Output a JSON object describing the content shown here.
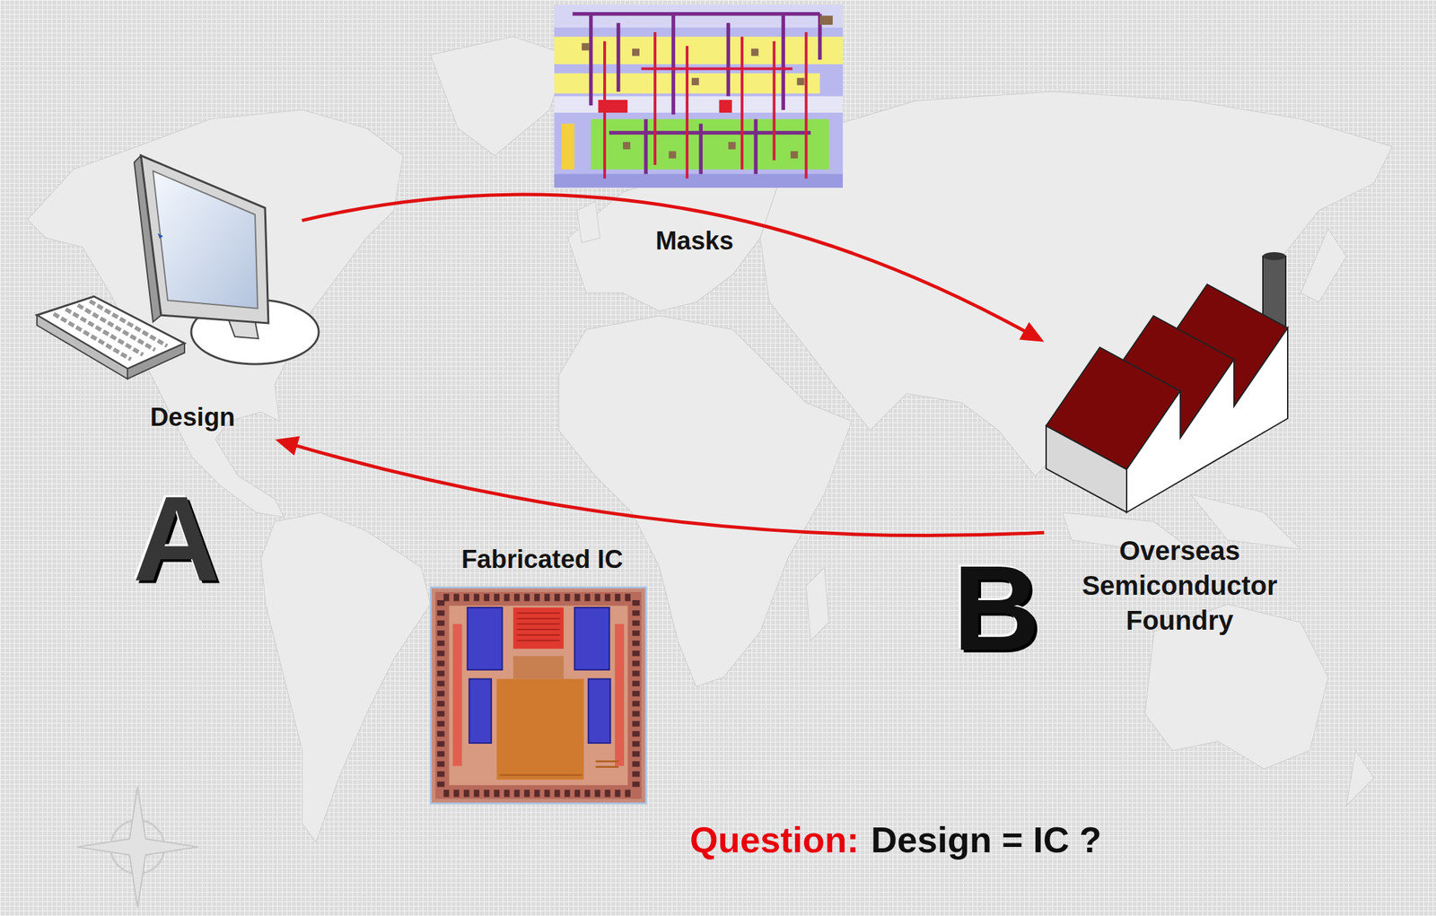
{
  "diagram": {
    "nodes": [
      {
        "text": [
          "Design"
        ]
      },
      {
        "text": [
          "Overseas Semiconductor Foundry"
        ]
      }
    ],
    "edges": [
      {
        "from": 0,
        "to": 1,
        "arrow": "to",
        "label": "Masks"
      },
      {
        "from": 1,
        "to": 0,
        "arrow": "to",
        "label": "Fabricated IC"
      }
    ],
    "labels": [
      "A",
      "B",
      "Question:",
      "Design = IC ?"
    ]
  }
}
